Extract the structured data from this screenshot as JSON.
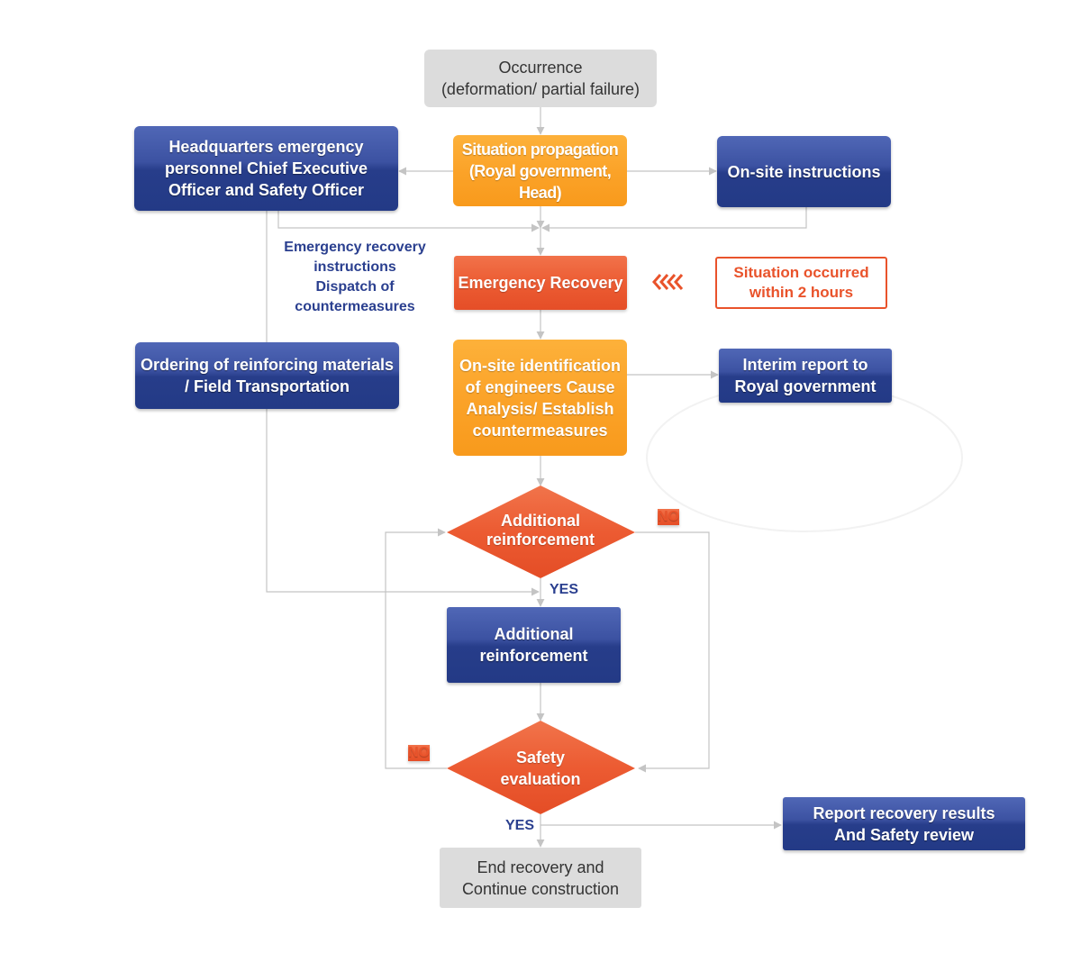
{
  "nodes": {
    "occurrence": "Occurrence\n(deformation/ partial failure)",
    "propagation": "Situation propagation\n(Royal government, Head)",
    "hq": "Headquarters emergency\npersonnel Chief Executive\nOfficer and Safety Officer",
    "onsite_instructions": "On-site instructions",
    "emergency_recovery": "Emergency Recovery",
    "situation_note": "Situation occurred\nwithin 2 hours",
    "ordering": "Ordering of reinforcing materials\n/ Field Transportation",
    "identification": "On-site identification\nof engineers Cause\nAnalysis/ Establish\ncountermeasures",
    "interim_report": "Interim report to\nRoyal government",
    "decision_reinforcement": "Additional\nreinforcement",
    "additional_reinforcement": "Additional\nreinforcement",
    "decision_safety": "Safety\nevaluation",
    "report_results": "Report recovery results\nAnd Safety review",
    "end": "End recovery and\nContinue construction"
  },
  "side_note": [
    "Emergency recovery",
    "instructions",
    "Dispatch of",
    "countermeasures"
  ],
  "edge_labels": {
    "reinforcement_no": "NO",
    "reinforcement_yes": "YES",
    "safety_no": "NO",
    "safety_yes": "YES"
  },
  "colors": {
    "navy": "#273d8a",
    "orange": "#f9a01f",
    "red_orange": "#ea5429",
    "grey": "#dcdcdc",
    "connector": "#c4c4c4"
  }
}
